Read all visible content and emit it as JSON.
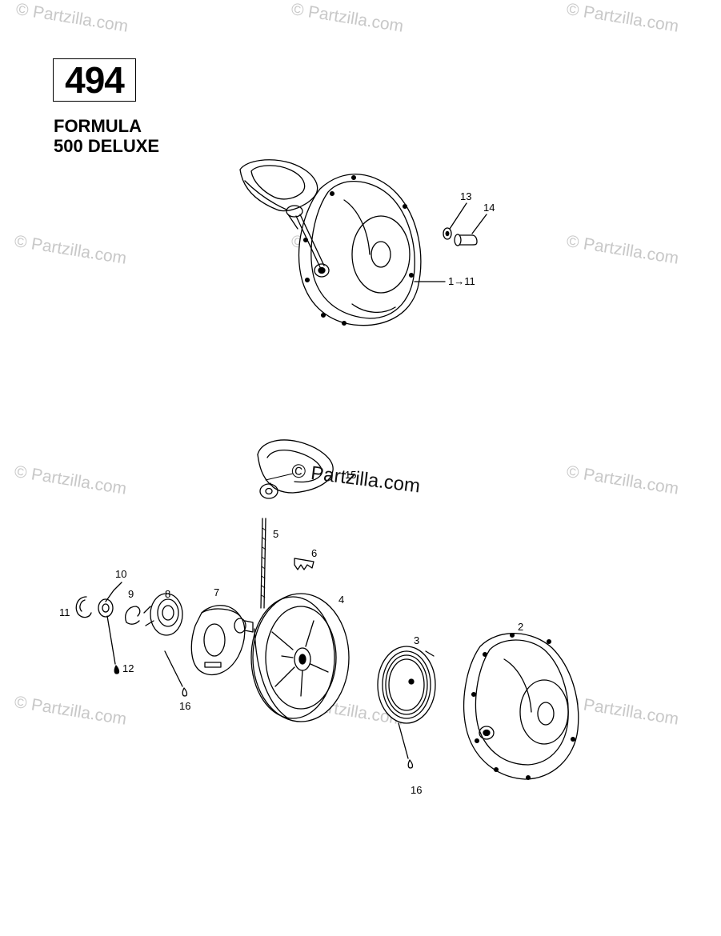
{
  "page_number": "494",
  "model": {
    "line1": "FORMULA",
    "line2": "500 DELUXE"
  },
  "watermarks": {
    "corner": "© Partzilla.com",
    "center": "© Partzilla.com"
  },
  "callouts": [
    "13",
    "14",
    "1→11",
    "15",
    "5",
    "6",
    "10",
    "9",
    "8",
    "7",
    "4",
    "11",
    "12",
    "16",
    "3",
    "2",
    "16"
  ]
}
